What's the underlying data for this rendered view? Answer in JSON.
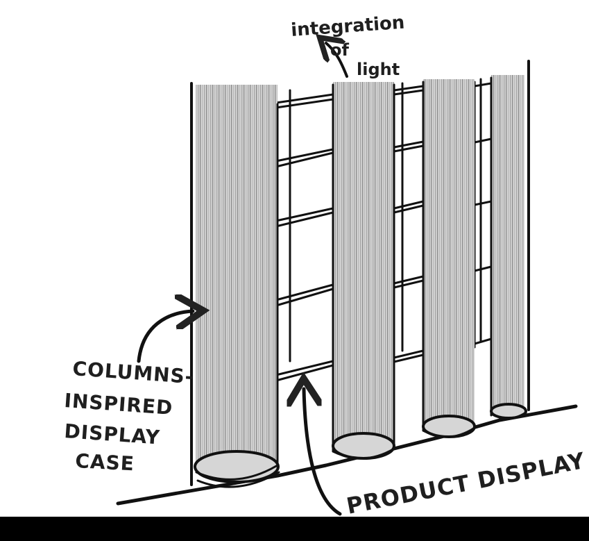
{
  "annotations": {
    "top_label_lines": [
      "integration",
      "of",
      "light"
    ],
    "left_label_lines": [
      "COLUMNS-",
      "INSPIRED",
      "DISPLAY",
      "CASE"
    ],
    "bottom_label": "PRODUCT DISPLAY"
  },
  "colors": {
    "ink": "#111111",
    "column_fill": "#c9c9c9",
    "column_stripe": "#8a8a8a",
    "background": "#ffffff",
    "bottom_band": "#000000"
  },
  "icons": [
    "arrow-icon"
  ]
}
